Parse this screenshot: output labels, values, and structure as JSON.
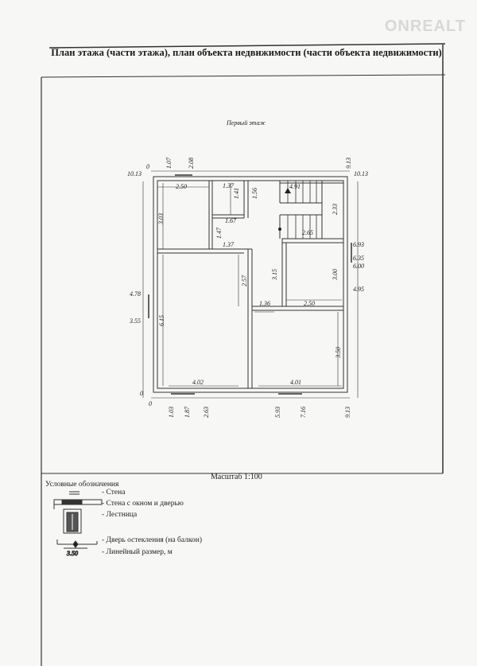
{
  "header": {
    "title": "План этажа (части этажа), план объекта недвижимости (части объекта недвижимости)",
    "watermark": "ONREALT"
  },
  "plan": {
    "floor_label": "Первый этаж",
    "dims": [
      "10.13",
      "0",
      "1.07",
      "2.08",
      "9.13",
      "10.13",
      "2.50",
      "1.37",
      "1.41",
      "1.56",
      "4.91",
      "2.33",
      "3.03",
      "1.67",
      "1.47",
      "1.37",
      "2.65",
      "6.93",
      "6.35",
      "6.00",
      "2.57",
      "3.15",
      "3.00",
      "4.95",
      "4.78",
      "1.36",
      "2.50",
      "3.55",
      "6.15",
      "3.50",
      "4.02",
      "4.01",
      "0",
      "0",
      "1.03",
      "1.87",
      "2.63",
      "5.93",
      "7.16",
      "9.13"
    ]
  },
  "scale": "Масштаб 1:100",
  "legend": {
    "title": "Условные обозначения",
    "items": [
      "- Стена",
      "- Стена с окном и дверью",
      "- Лестница",
      "- Дверь остекления (на балкон)",
      "- Линейный размер, м"
    ],
    "sample_dim": "3.50"
  }
}
